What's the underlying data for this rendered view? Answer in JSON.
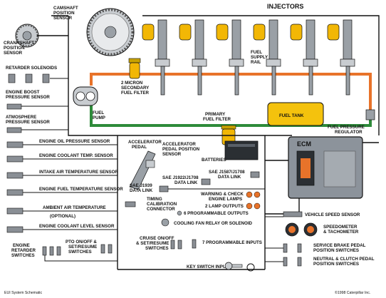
{
  "labels": {
    "injectors": "INJECTORS",
    "camshaft_sensor": [
      "CAMSHAFT",
      "POSITION",
      "SENSOR"
    ],
    "crankshaft_sensor": [
      "CRANKSHAFT",
      "POSITION",
      "SENSOR"
    ],
    "retarder_solenoids": "RETARDER SOLENOIDS",
    "boost_sensor": [
      "ENGINE BOOST",
      "PRESSURE SENSOR"
    ],
    "atmosphere_sensor": [
      "ATMOSPHERE",
      "PRESSURE SENSOR"
    ],
    "fuel_supply_rail": [
      "FUEL",
      "SUPPLY",
      "RAIL"
    ],
    "secondary_filter": [
      "2 MICRON",
      "SECONDARY",
      "FUEL FILTER"
    ],
    "fuel_pump": [
      "FUEL",
      "PUMP"
    ],
    "primary_filter": [
      "PRIMARY",
      "FUEL FILTER"
    ],
    "fuel_tank": "FUEL TANK",
    "fuel_pressure_regulator": [
      "FUEL PRESSURE",
      "REGULATOR"
    ],
    "oil_pressure_sensor": "ENGINE OIL PRESSURE SENSOR",
    "coolant_temp_sensor": "ENGINE COOLANT TEMP. SENSOR",
    "intake_air_sensor": "INTAKE AIR TEMPERATURE SENSOR",
    "fuel_temp_sensor": "ENGINE FUEL TEMPERATURE SENSOR",
    "ambient_air_temp": "AMBIENT AIR TEMPERATURE",
    "optional": "(OPTIONAL)",
    "coolant_level_sensor": "ENGINE COOLANT LEVEL SENSOR",
    "engine_retarder_switches": [
      "ENGINE",
      "RETARDER",
      "SWITCHES"
    ],
    "accelerator_pedal": [
      "ACCELERATOR",
      "PEDAL"
    ],
    "accelerator_pedal_sensor": [
      "ACCELERATOR",
      "PEDAL POSITION",
      "SENSOR"
    ],
    "batteries": "BATTERIES",
    "ecm": "ECM",
    "sae_j1587": [
      "SAE J1587/J1708",
      "DATA LINK"
    ],
    "sae_j1922": [
      "SAE J1922/J1708",
      "DATA LINK"
    ],
    "sae_j1939": [
      "SAE J1939",
      "DATA LINK"
    ],
    "timing_calibration": [
      "TIMING",
      "CALIBRATION",
      "CONNECTOR"
    ],
    "warning_lamps": [
      "WARNING & CHECK",
      "ENGINE LAMPS"
    ],
    "two_lamp_outputs": "2 LAMP OUTPUTS",
    "programmable_outputs": "6 PROGRAMMABLE OUTPUTS",
    "cooling_fan": "COOLING FAN RELAY OR SOLENOID",
    "vehicle_speed_sensor": "VEHICLE SPEED SENSOR",
    "speedometer": [
      "SPEEDOMETER",
      "& TACHOMETER"
    ],
    "pto_switches": [
      "PTO ON/OFF &",
      "SET/RESUME",
      "SWITCHES"
    ],
    "cruise_switches": [
      "CRUISE ON/OFF",
      "& SET/RESUME",
      "SWITCHES"
    ],
    "programmable_inputs": "7 PROGRAMMABLE INPUTS",
    "service_brake": [
      "SERVICE BRAKE PEDAL",
      "POSITION SWITCHES"
    ],
    "neutral_clutch": [
      "NEUTRAL & CLUTCH PEDAL",
      "POSITION SWITCHES"
    ],
    "key_switch": "KEY SWITCH INPUT",
    "footer_left": "EUI System Schematic",
    "footer_right": "©1998 Caterpillar Inc."
  },
  "colors": {
    "fuel_line_orange": "#e8732a",
    "fuel_line_green": "#2e8b3a",
    "injector_yellow": "#f2b705",
    "injector_gray": "#9aa0a6",
    "tank_yellow": "#f4c20d",
    "ecm_gray": "#8c939b",
    "lamp_orange": "#e8732a"
  }
}
